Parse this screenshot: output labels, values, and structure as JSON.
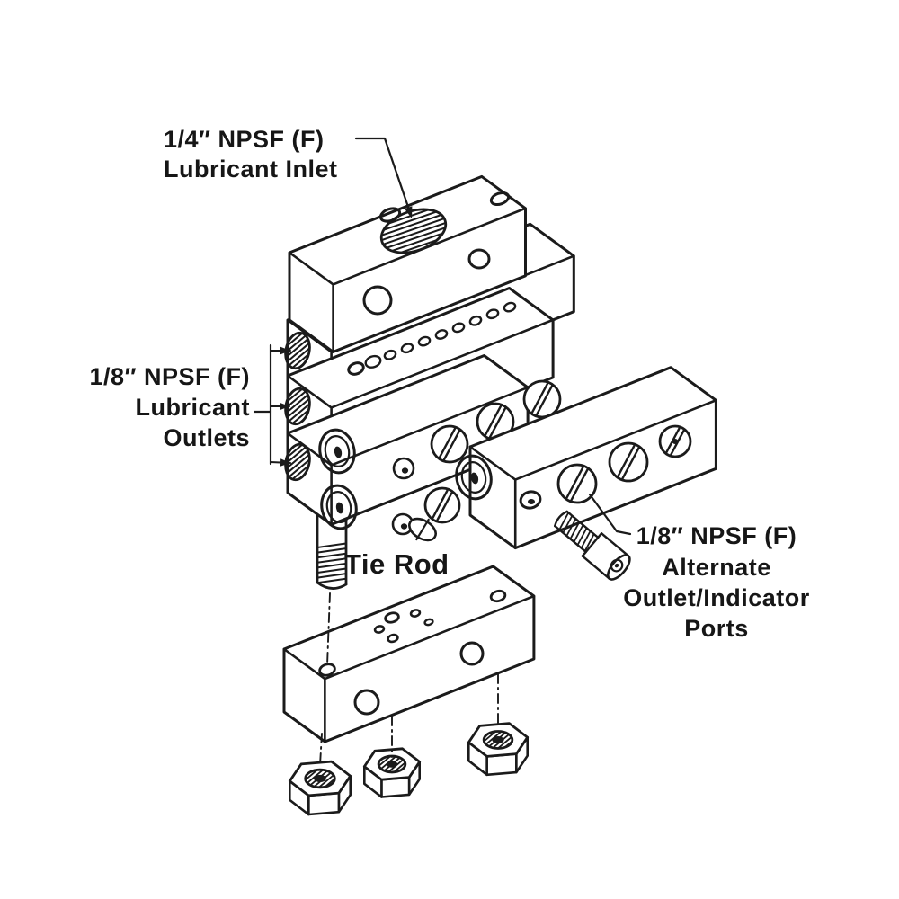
{
  "figure": {
    "type": "engineering-line-drawing",
    "subject": "modular lubricant divider valve manifold exploded view"
  },
  "labels": {
    "inlet": {
      "line1": "1/4″ NPSF (F)",
      "line2": "Lubricant Inlet"
    },
    "outlets": {
      "line1": "1/8″ NPSF (F)",
      "line2": "Lubricant",
      "line3": "Outlets"
    },
    "tie_rod": "Tie Rod",
    "alternate": {
      "line1": "1/8″ NPSF (F)",
      "line2": "Alternate",
      "line3": "Outlet/Indicator",
      "line4": "Ports"
    }
  },
  "colors": {
    "ink": "#1b1b1b",
    "paper": "#ffffff"
  }
}
